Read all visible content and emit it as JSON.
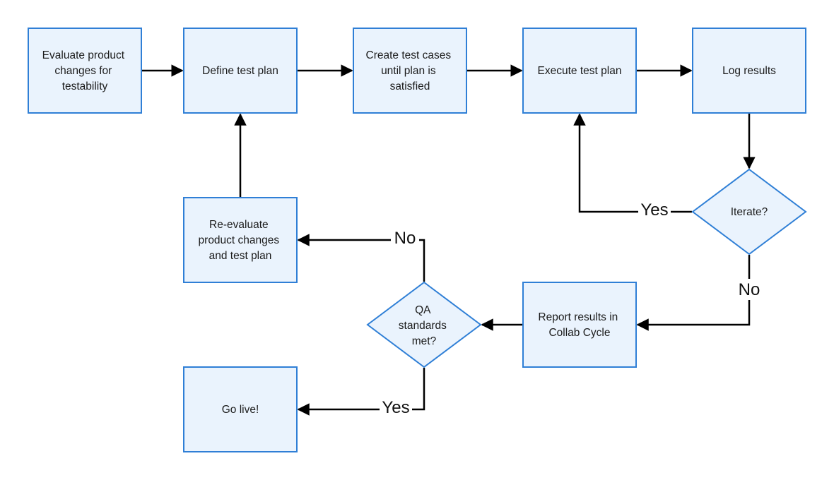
{
  "nodes": {
    "evaluate": {
      "lines": [
        "Evaluate product",
        "changes for",
        "testability"
      ]
    },
    "define": {
      "lines": [
        "Define test plan"
      ]
    },
    "create": {
      "lines": [
        "Create test cases",
        "until plan is",
        "satisfied"
      ]
    },
    "execute": {
      "lines": [
        "Execute test plan"
      ]
    },
    "log": {
      "lines": [
        "Log results"
      ]
    },
    "iterate": {
      "lines": [
        "Iterate?"
      ]
    },
    "report": {
      "lines": [
        "Report results in",
        "Collab Cycle"
      ]
    },
    "qa": {
      "lines": [
        "QA",
        "standards",
        "met?"
      ]
    },
    "reevaluate": {
      "lines": [
        "Re-evaluate",
        "product changes",
        "and test plan"
      ]
    },
    "golive": {
      "lines": [
        "Go live!"
      ]
    }
  },
  "edges": {
    "iterate_yes": {
      "label": "Yes"
    },
    "iterate_no": {
      "label": "No"
    },
    "qa_no": {
      "label": "No"
    },
    "qa_yes": {
      "label": "Yes"
    }
  },
  "colors": {
    "box_fill": "#eaf3fd",
    "box_stroke": "#2f7fd6",
    "edge": "#000000"
  }
}
